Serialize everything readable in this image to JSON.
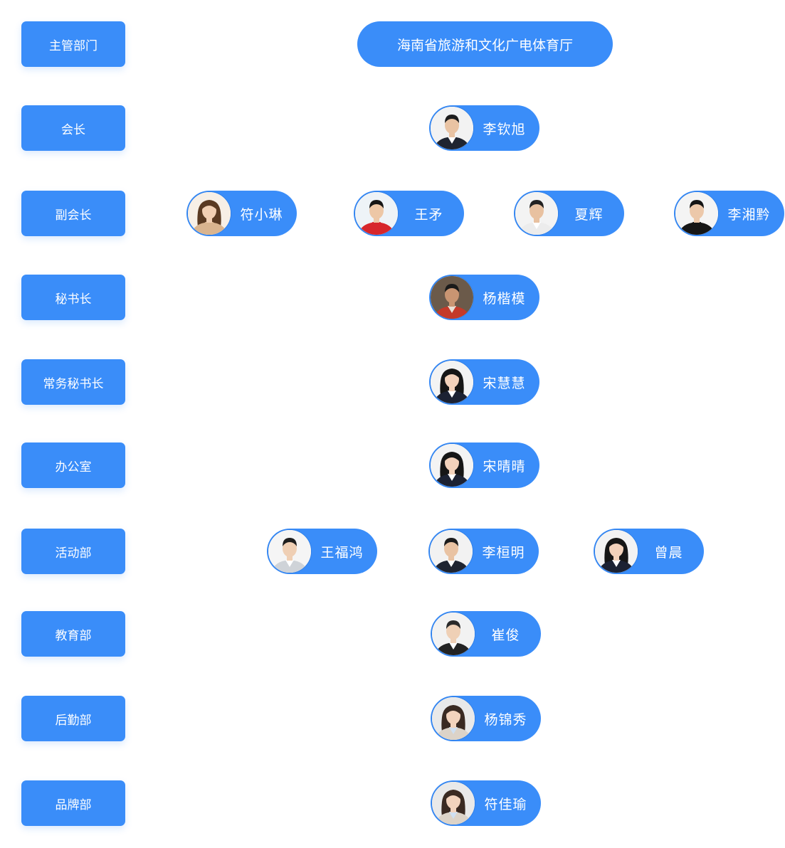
{
  "organization": "海南省旅游和文化广电体育厅",
  "rows": [
    {
      "dept": "主管部门",
      "members": []
    },
    {
      "dept": "会长",
      "members": [
        {
          "name": "李钦旭",
          "avatar_icon": "man-suit-portrait"
        }
      ]
    },
    {
      "dept": "副会长",
      "members": [
        {
          "name": "符小琳",
          "avatar_icon": "woman-bob-portrait"
        },
        {
          "name": "王矛",
          "avatar_icon": "man-red-shirt-portrait"
        },
        {
          "name": "夏辉",
          "avatar_icon": "man-white-shirt-portrait"
        },
        {
          "name": "李湘黔",
          "avatar_icon": "man-black-shirt-portrait"
        }
      ]
    },
    {
      "dept": "秘书长",
      "members": [
        {
          "name": "杨楷模",
          "avatar_icon": "man-casual-portrait"
        }
      ]
    },
    {
      "dept": "常务秘书长",
      "members": [
        {
          "name": "宋慧慧",
          "avatar_icon": "woman-suit-portrait"
        }
      ]
    },
    {
      "dept": "办公室",
      "members": [
        {
          "name": "宋晴晴",
          "avatar_icon": "woman-suit-portrait"
        }
      ]
    },
    {
      "dept": "活动部",
      "members": [
        {
          "name": "王福鸿",
          "avatar_icon": "young-man-sweater-portrait"
        },
        {
          "name": "李桓明",
          "avatar_icon": "man-suit-portrait"
        },
        {
          "name": "曾晨",
          "avatar_icon": "woman-suit-portrait"
        }
      ]
    },
    {
      "dept": "教育部",
      "members": [
        {
          "name": "崔俊",
          "avatar_icon": "young-man-suit-portrait"
        }
      ]
    },
    {
      "dept": "后勤部",
      "members": [
        {
          "name": "杨锦秀",
          "avatar_icon": "woman-long-hair-portrait"
        }
      ]
    },
    {
      "dept": "品牌部",
      "members": [
        {
          "name": "符佳瑜",
          "avatar_icon": "woman-long-hair-portrait"
        }
      ]
    }
  ],
  "colors": {
    "primary": "#3a8df9",
    "text_on_primary": "#ffffff",
    "avatar_border": "#2f7fe8"
  }
}
